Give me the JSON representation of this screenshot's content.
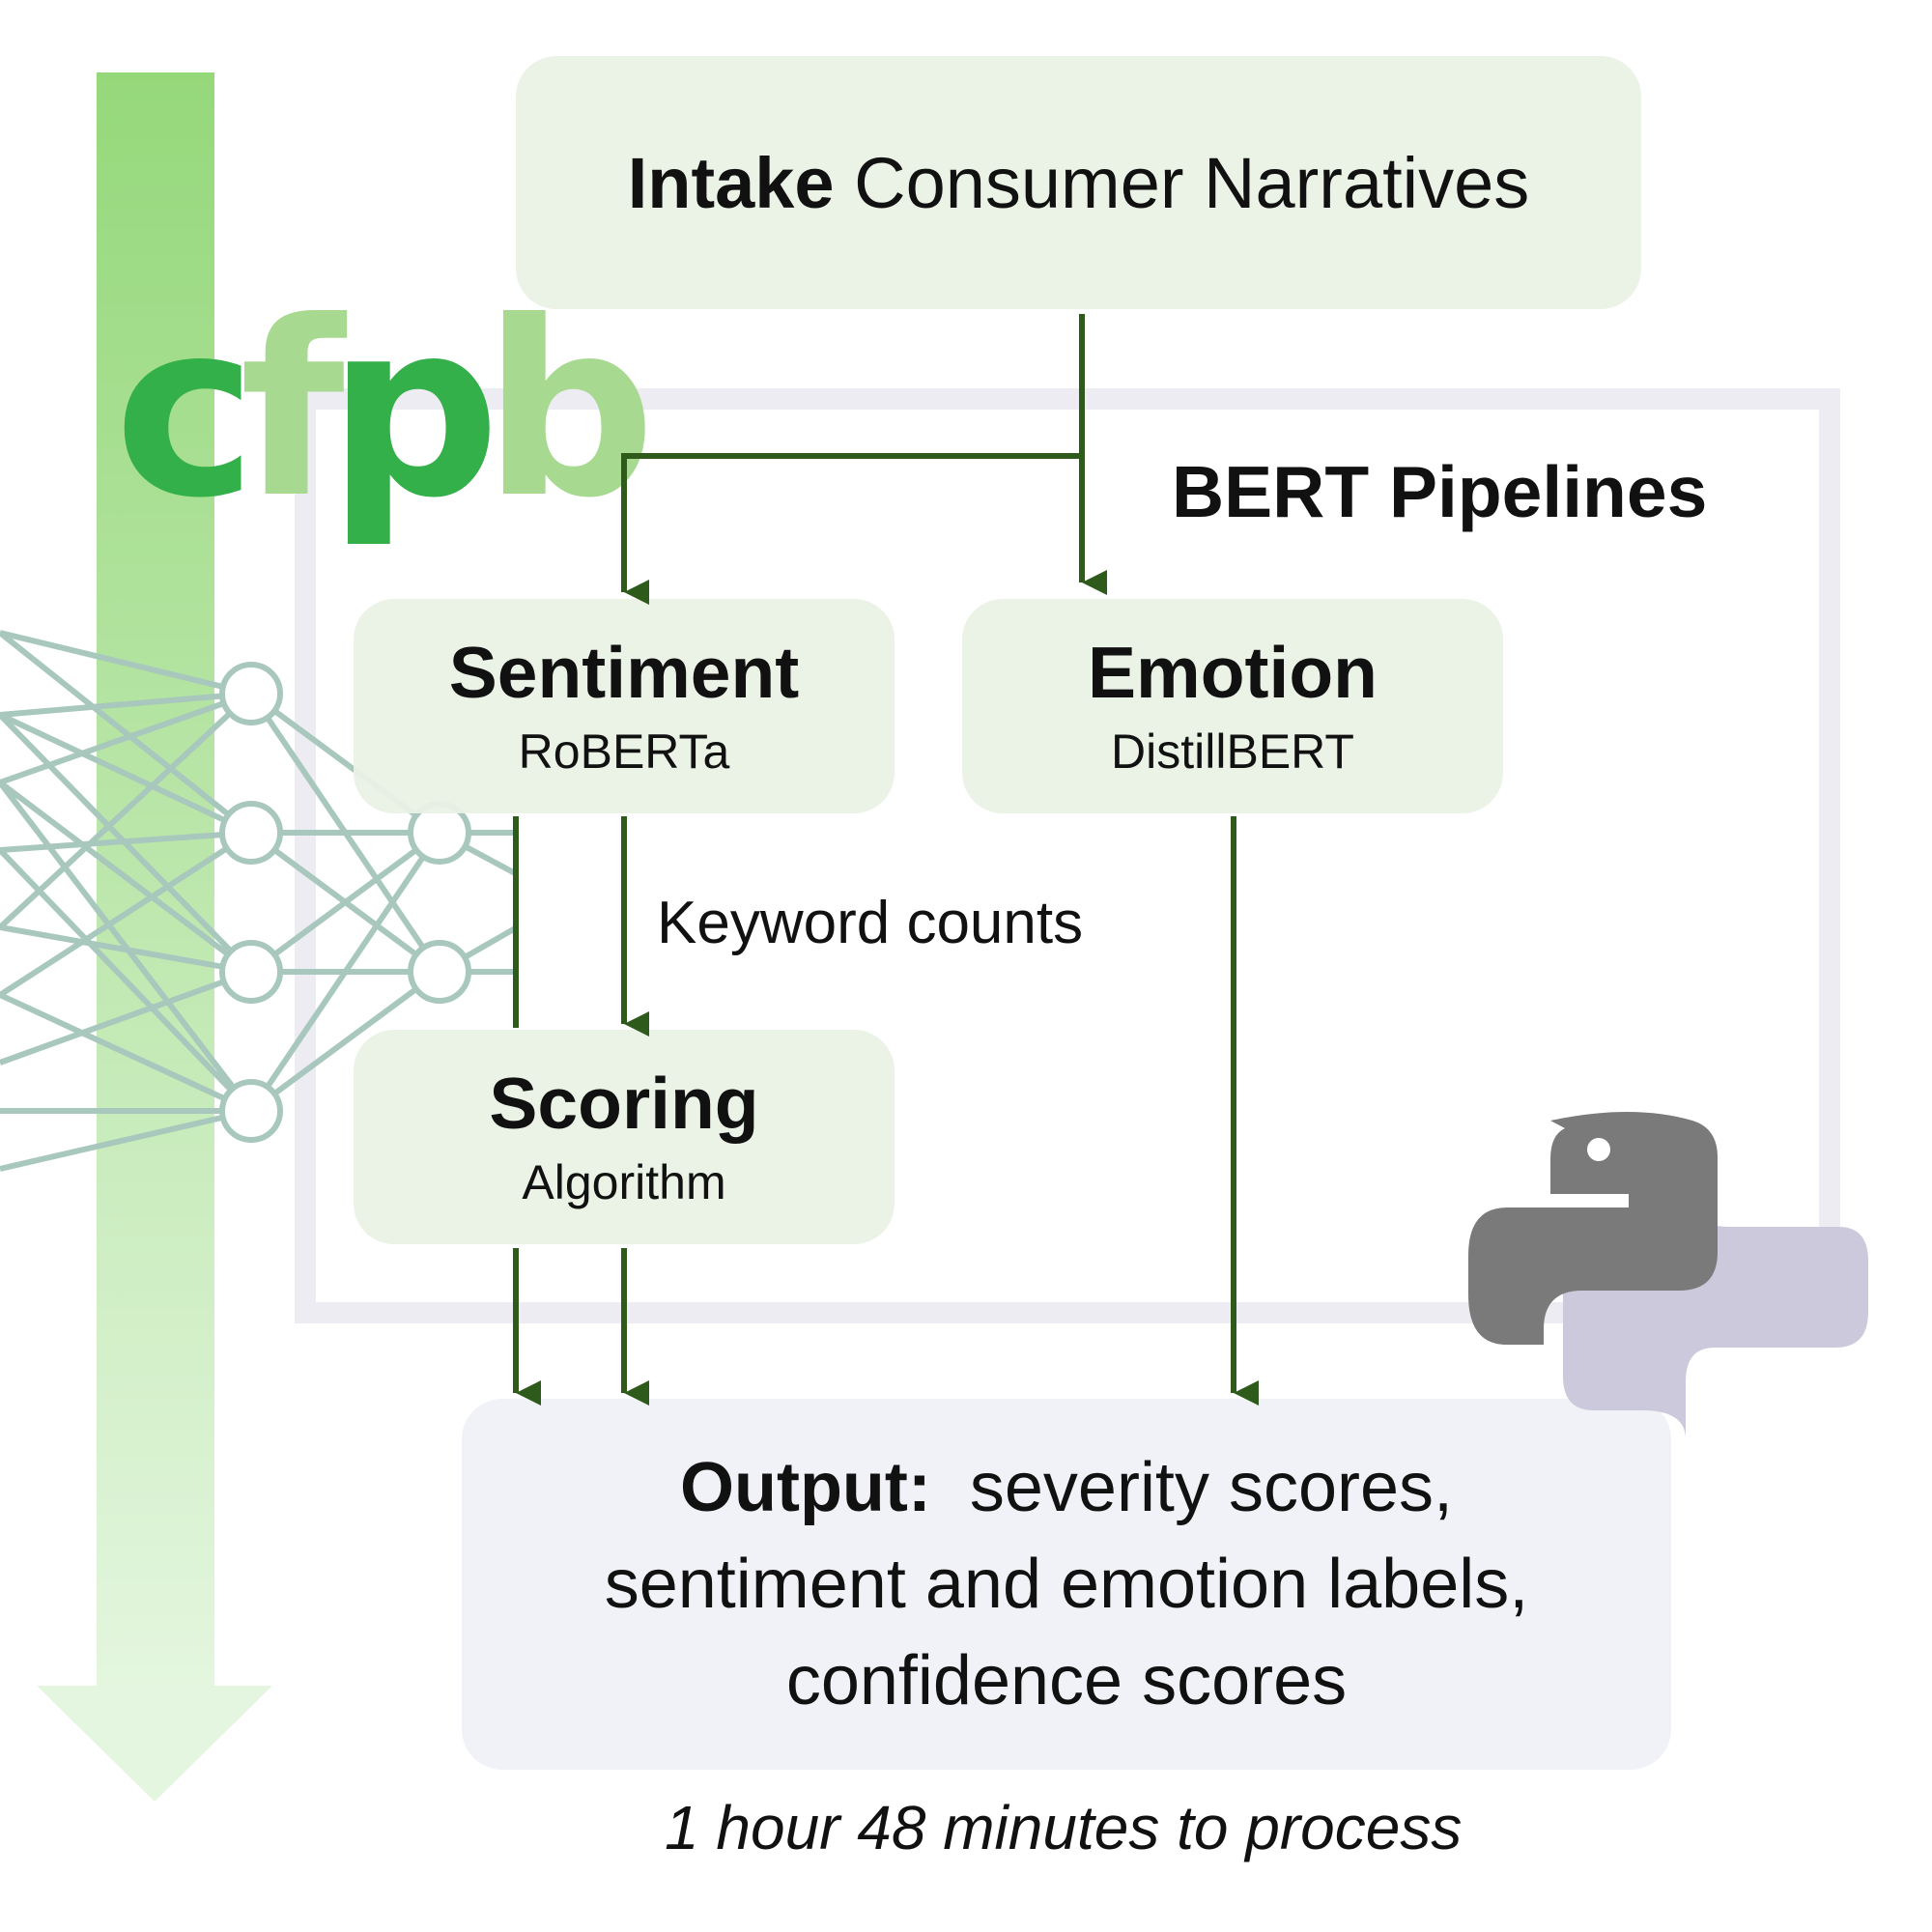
{
  "intake": {
    "bold": "Intake",
    "rest": " Consumer Narratives"
  },
  "pipeline_group": {
    "title": "BERT Pipelines"
  },
  "sentiment": {
    "title": "Sentiment",
    "model": "RoBERTa"
  },
  "emotion": {
    "title": "Emotion",
    "model": "DistillBERT"
  },
  "scoring": {
    "title": "Scoring",
    "subtitle": "Algorithm"
  },
  "edge_label": "Keyword counts",
  "output": {
    "bold": "Output:",
    "line1": "severity scores,",
    "line2": "sentiment and emotion labels,",
    "line3": "confidence scores"
  },
  "footnote": "1 hour 48 minutes to process",
  "logo": {
    "text": "cfpb"
  },
  "icons": [
    "neural-network-icon",
    "python-logo-icon",
    "down-arrow-icon"
  ],
  "colors": {
    "arrow": "#2e5a1c",
    "box_green": "#e9f2e5",
    "box_grey": "#f1f2f7",
    "logo_green": "#33b04a",
    "logo_light": "#a7d991",
    "network_line": "#a8c7bd"
  }
}
